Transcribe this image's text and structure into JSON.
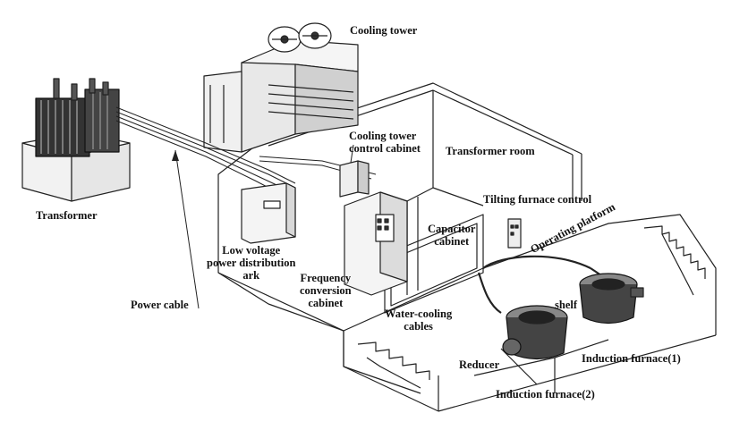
{
  "labels": {
    "cooling_tower": "Cooling tower",
    "cooling_tower_cabinet_1": "Cooling tower",
    "cooling_tower_cabinet_2": "control cabinet",
    "transformer_room": "Transformer room",
    "transformer": "Transformer",
    "tilting_furnace_control": "Tilting furnace control",
    "operating_platform": "Operating platform",
    "capacitor_cabinet_1": "Capacitor",
    "capacitor_cabinet_2": "cabinet",
    "low_voltage_1": "Low voltage",
    "low_voltage_2": "power distribution",
    "low_voltage_3": "ark",
    "frequency_1": "Frequency",
    "frequency_2": "conversion",
    "frequency_3": "cabinet",
    "power_cable": "Power cable",
    "water_cooling_1": "Water-cooling",
    "water_cooling_2": "cables",
    "shelf": "shelf",
    "reducer": "Reducer",
    "induction_furnace_1": "Induction furnace(1)",
    "induction_furnace_2": "Induction furnace(2)"
  },
  "colors": {
    "line": "#222222",
    "dark": "#333333",
    "fill_light": "#e6e6e6",
    "fill_mid": "#bdbdbd",
    "background": "#ffffff"
  }
}
